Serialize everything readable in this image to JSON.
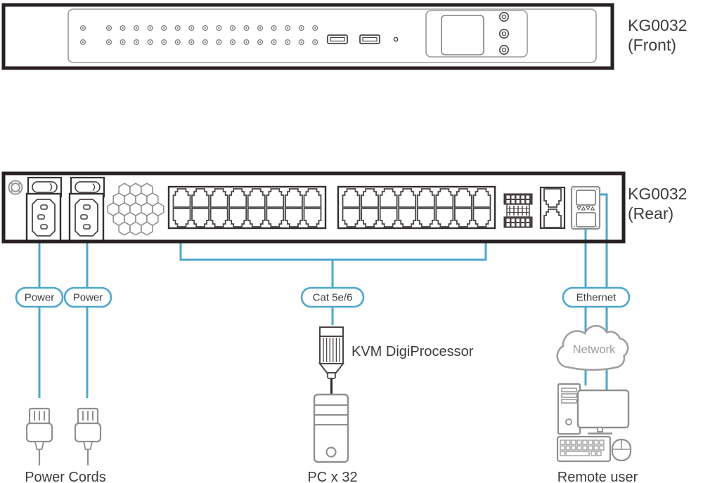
{
  "front": {
    "model": "KG0032",
    "view_label": "(Front)",
    "led_columns": 16,
    "power_led_columns": 1
  },
  "rear": {
    "model": "KG0032",
    "view_label": "(Rear)",
    "cat_banks": 2,
    "ports_per_row": 8,
    "port_rows": 2
  },
  "connections": {
    "power1_label": "Power",
    "power2_label": "Power",
    "cat_label": "Cat 5e/6",
    "ethernet_label": "Ethernet"
  },
  "peripherals": {
    "kvm_processor_label": "KVM DigiProcessor",
    "power_cords_label": "Power Cords",
    "pc_label": "PC x 32",
    "network_label": "Network",
    "remote_user_label": "Remote user"
  },
  "colors": {
    "accent": "#4da7cd",
    "device_outline": "#262021",
    "icon_gray": "#8f8f8f",
    "port_stroke": "#4a4444",
    "text": "#3c3c3c"
  }
}
